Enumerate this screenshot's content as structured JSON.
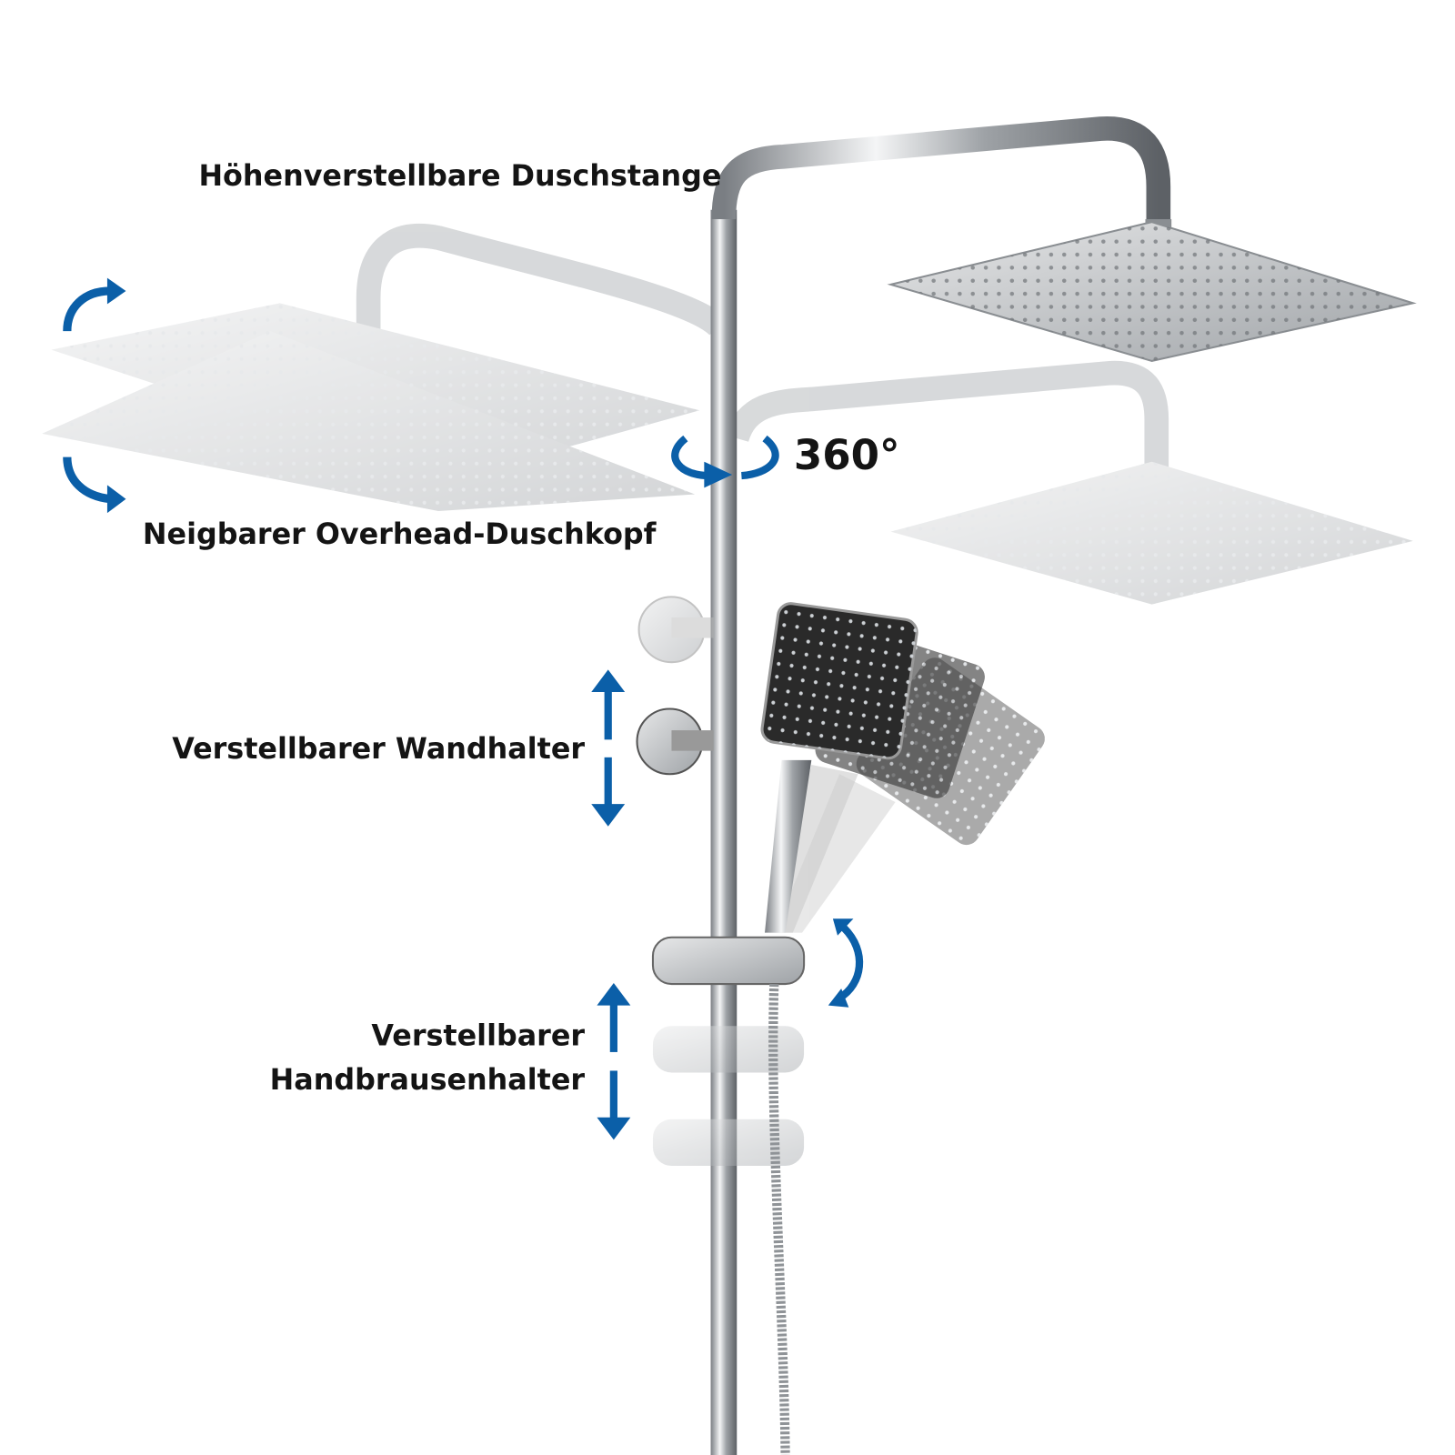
{
  "labels": {
    "rail": "Höhenverstellbare Duschstange",
    "overhead": "Neigbarer Overhead-Duschkopf",
    "rotation": "360°",
    "wall_bracket": "Verstellbarer Wandhalter",
    "hand_holder_line1": "Verstellbarer",
    "hand_holder_line2": "Handbrausenhalter"
  },
  "colors": {
    "accent": "#0b5fa8",
    "chrome": "#b8bcc0",
    "text": "#141414"
  }
}
